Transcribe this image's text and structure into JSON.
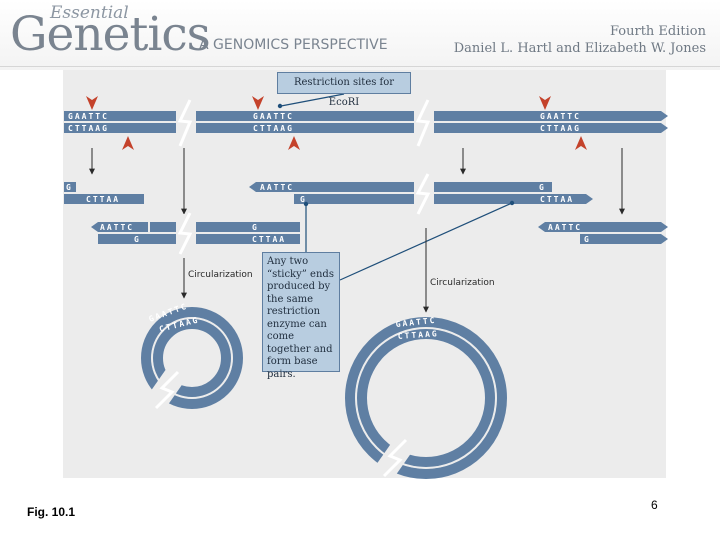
{
  "header": {
    "brand_small": "Essential",
    "brand_big": "Genetics",
    "brand_sub": "A GENOMICS PERSPECTIVE",
    "edition": "Fourth Edition",
    "authors": "Daniel L. Hartl and Elizabeth W. Jones"
  },
  "diagram": {
    "restriction_label": "Restriction sites for EcoRI",
    "callout": "Any two “sticky” ends produced by the same restriction enzyme can come together and form base pairs.",
    "circularization_left": "Circularization",
    "circularization_right": "Circularization",
    "site_top": "GAATTC",
    "site_bottom": "CTTAAG",
    "end_g": "G",
    "end_cttaa": "CTTAA",
    "end_aattc": "AATTC"
  },
  "footer": {
    "figure_label": "Fig. 10.1",
    "page_number": "6"
  },
  "colors": {
    "strand": "#5f7fa3",
    "strand_light": "#8aa4bf",
    "callout_fill": "#b8cde0",
    "arrow_red": "#c4422b",
    "panel": "#ececec"
  }
}
